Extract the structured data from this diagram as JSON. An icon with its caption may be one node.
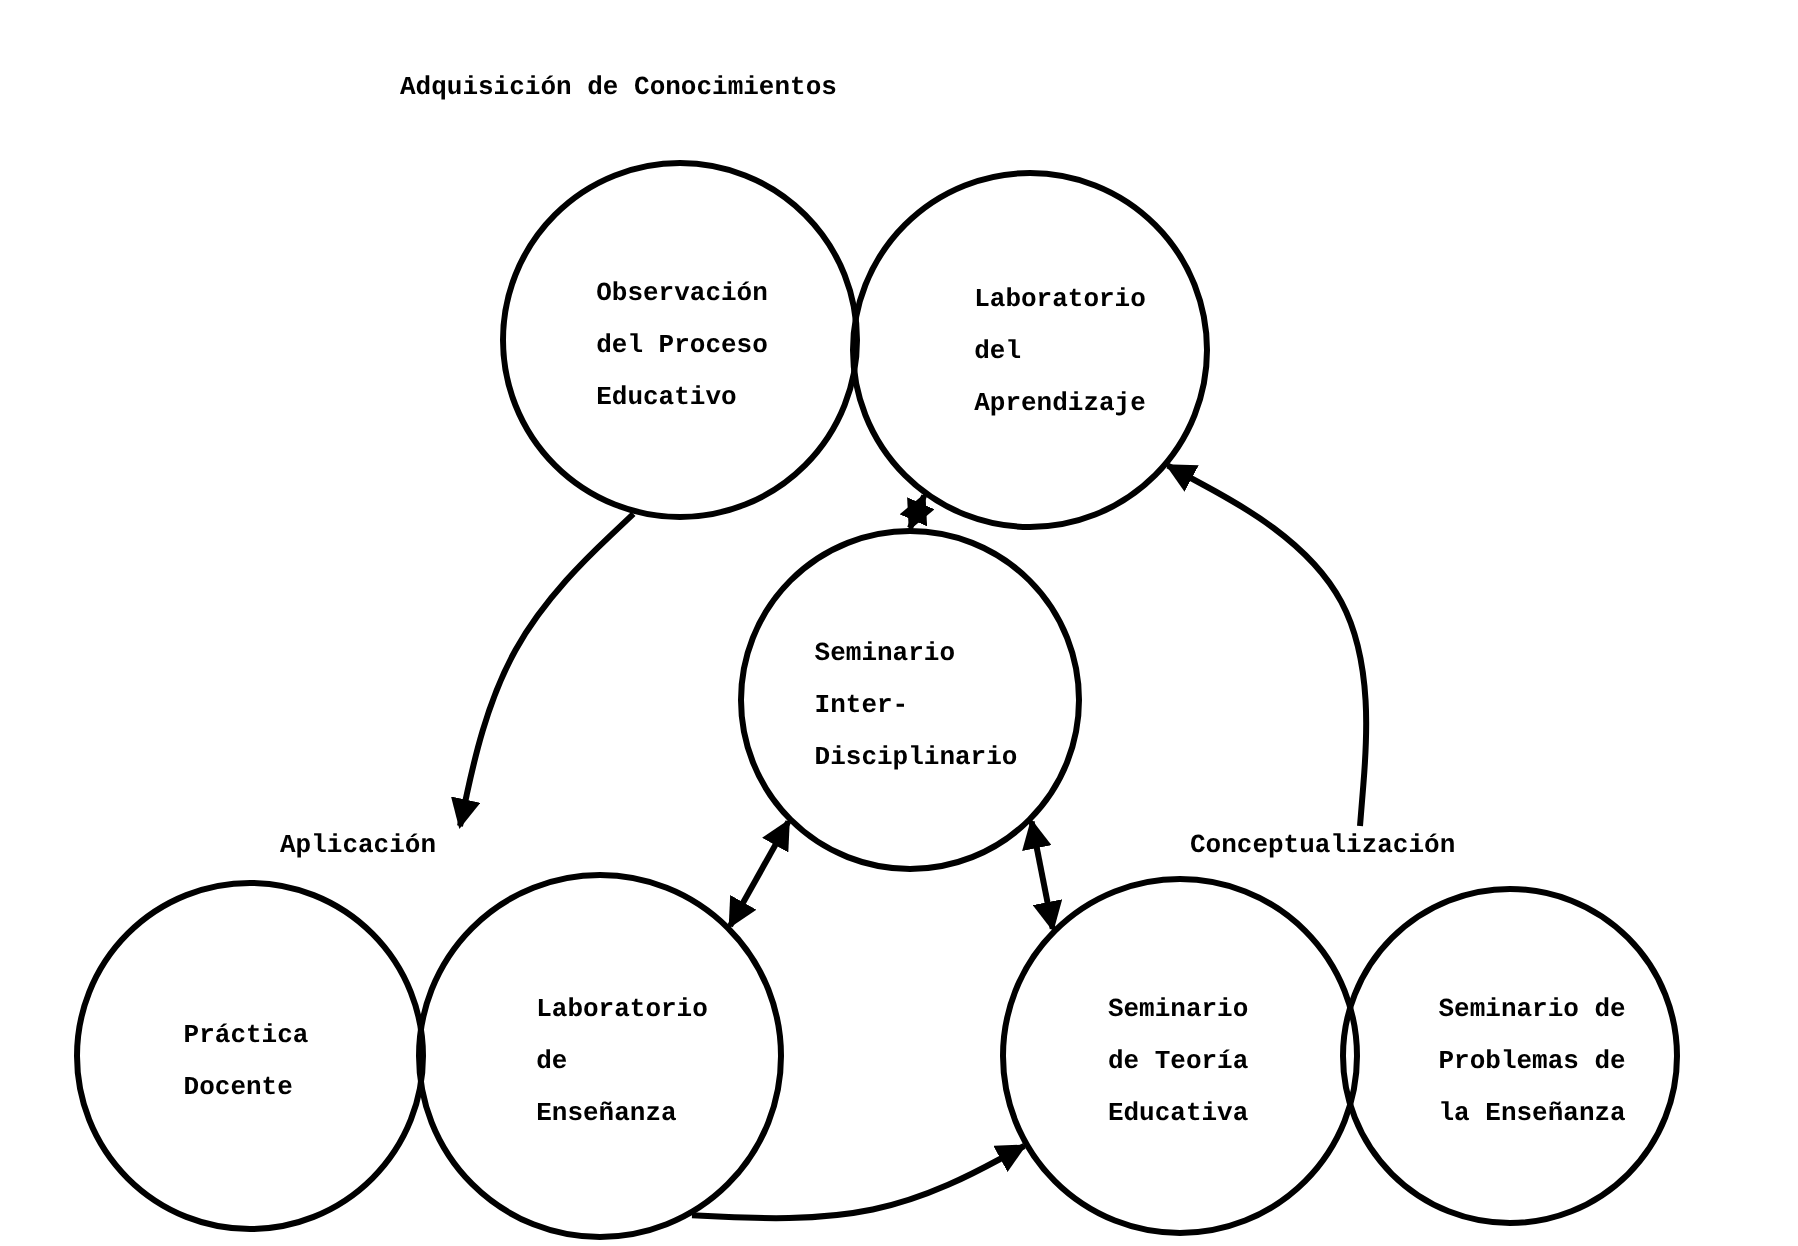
{
  "diagram": {
    "nodes": [
      {
        "text": [
          "Observación del Proceso Educativo"
        ]
      },
      {
        "text": [
          "Laboratorio del Aprendizaje"
        ]
      },
      {
        "text": [
          "Seminario Inter- Disciplinario"
        ]
      },
      {
        "text": [
          "Aplicación"
        ]
      },
      {
        "text": [
          "Conceptualización"
        ]
      },
      {
        "text": [
          "Práctica Docente"
        ]
      },
      {
        "text": [
          "Laboratorio de Enseñanza"
        ]
      },
      {
        "text": [
          "Seminario de Teoría Educativa"
        ]
      },
      {
        "text": [
          "Seminario de Problemas de la Enseñanza"
        ]
      }
    ],
    "edges": [
      {
        "from": 2,
        "to": 1,
        "arrow": "both"
      },
      {
        "from": 0,
        "to": 3,
        "arrow": "to"
      },
      {
        "from": 2,
        "to": 6,
        "arrow": "both"
      },
      {
        "from": 2,
        "to": 7,
        "arrow": "both"
      },
      {
        "from": 6,
        "to": 7,
        "arrow": "to"
      },
      {
        "from": 4,
        "to": 1,
        "arrow": "to"
      }
    ],
    "labels": [
      "Adquisición de Conocimientos"
    ]
  }
}
